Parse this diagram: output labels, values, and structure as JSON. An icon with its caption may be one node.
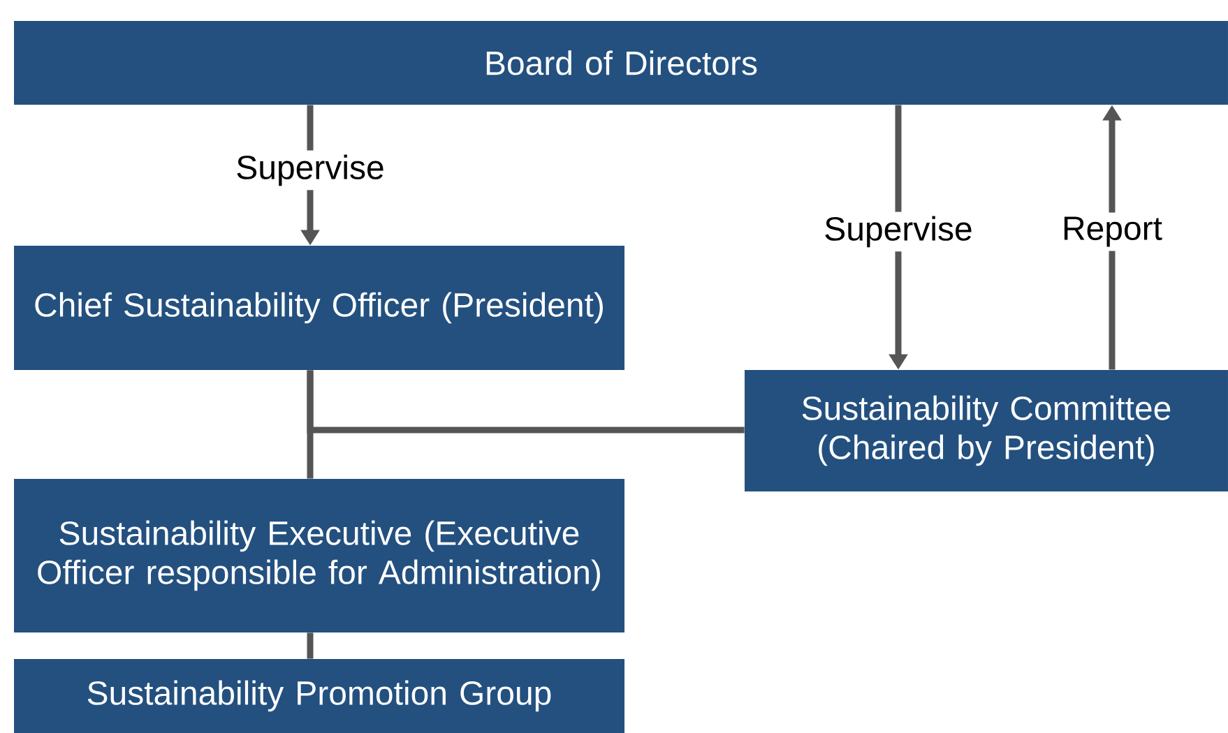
{
  "diagram": {
    "nodes": [
      {
        "text": [
          "Board of Directors"
        ]
      },
      {
        "text": [
          "Chief Sustainability Officer (President)"
        ]
      },
      {
        "text": [
          "Sustainability Committee (Chaired by President)"
        ]
      },
      {
        "text": [
          "Sustainability Executive (Executive Officer responsible for Administration)"
        ]
      },
      {
        "text": [
          "Sustainability Promotion Group"
        ]
      }
    ],
    "edges": [
      {
        "from": 0,
        "to": 1,
        "arrow": "to",
        "label": "Supervise"
      },
      {
        "from": 0,
        "to": 2,
        "arrow": "to",
        "label": "Supervise"
      },
      {
        "from": 2,
        "to": 0,
        "arrow": "to",
        "label": "Report"
      },
      {
        "from": 1,
        "to": 3,
        "arrow": "none"
      },
      {
        "from": 2,
        "to": 1,
        "arrow": "none"
      },
      {
        "from": 3,
        "to": 4,
        "arrow": "none"
      }
    ]
  }
}
